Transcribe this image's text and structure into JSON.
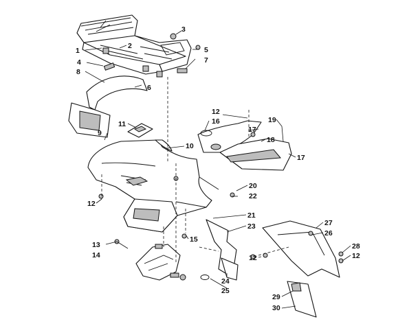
{
  "figure": {
    "callouts": [
      {
        "id": "c1",
        "label": "1"
      },
      {
        "id": "c2",
        "label": "2"
      },
      {
        "id": "c3",
        "label": "3"
      },
      {
        "id": "c4",
        "label": "4"
      },
      {
        "id": "c5",
        "label": "5"
      },
      {
        "id": "c6",
        "label": "6"
      },
      {
        "id": "c7",
        "label": "7"
      },
      {
        "id": "c8",
        "label": "8"
      },
      {
        "id": "c9",
        "label": "9"
      },
      {
        "id": "c10",
        "label": "10"
      },
      {
        "id": "c11",
        "label": "11"
      },
      {
        "id": "c12a",
        "label": "12"
      },
      {
        "id": "c12b",
        "label": "12"
      },
      {
        "id": "c12c",
        "label": "12"
      },
      {
        "id": "c12d",
        "label": "12"
      },
      {
        "id": "c13",
        "label": "13"
      },
      {
        "id": "c14",
        "label": "14"
      },
      {
        "id": "c15",
        "label": "15"
      },
      {
        "id": "c16",
        "label": "16"
      },
      {
        "id": "c17a",
        "label": "17"
      },
      {
        "id": "c17b",
        "label": "17"
      },
      {
        "id": "c18",
        "label": "18"
      },
      {
        "id": "c19",
        "label": "19"
      },
      {
        "id": "c20",
        "label": "20"
      },
      {
        "id": "c21",
        "label": "21"
      },
      {
        "id": "c22",
        "label": "22"
      },
      {
        "id": "c23",
        "label": "23"
      },
      {
        "id": "c24",
        "label": "24"
      },
      {
        "id": "c25",
        "label": "25"
      },
      {
        "id": "c26",
        "label": "26"
      },
      {
        "id": "c27",
        "label": "27"
      },
      {
        "id": "c28",
        "label": "28"
      },
      {
        "id": "c29",
        "label": "29"
      },
      {
        "id": "c30",
        "label": "30"
      }
    ]
  }
}
